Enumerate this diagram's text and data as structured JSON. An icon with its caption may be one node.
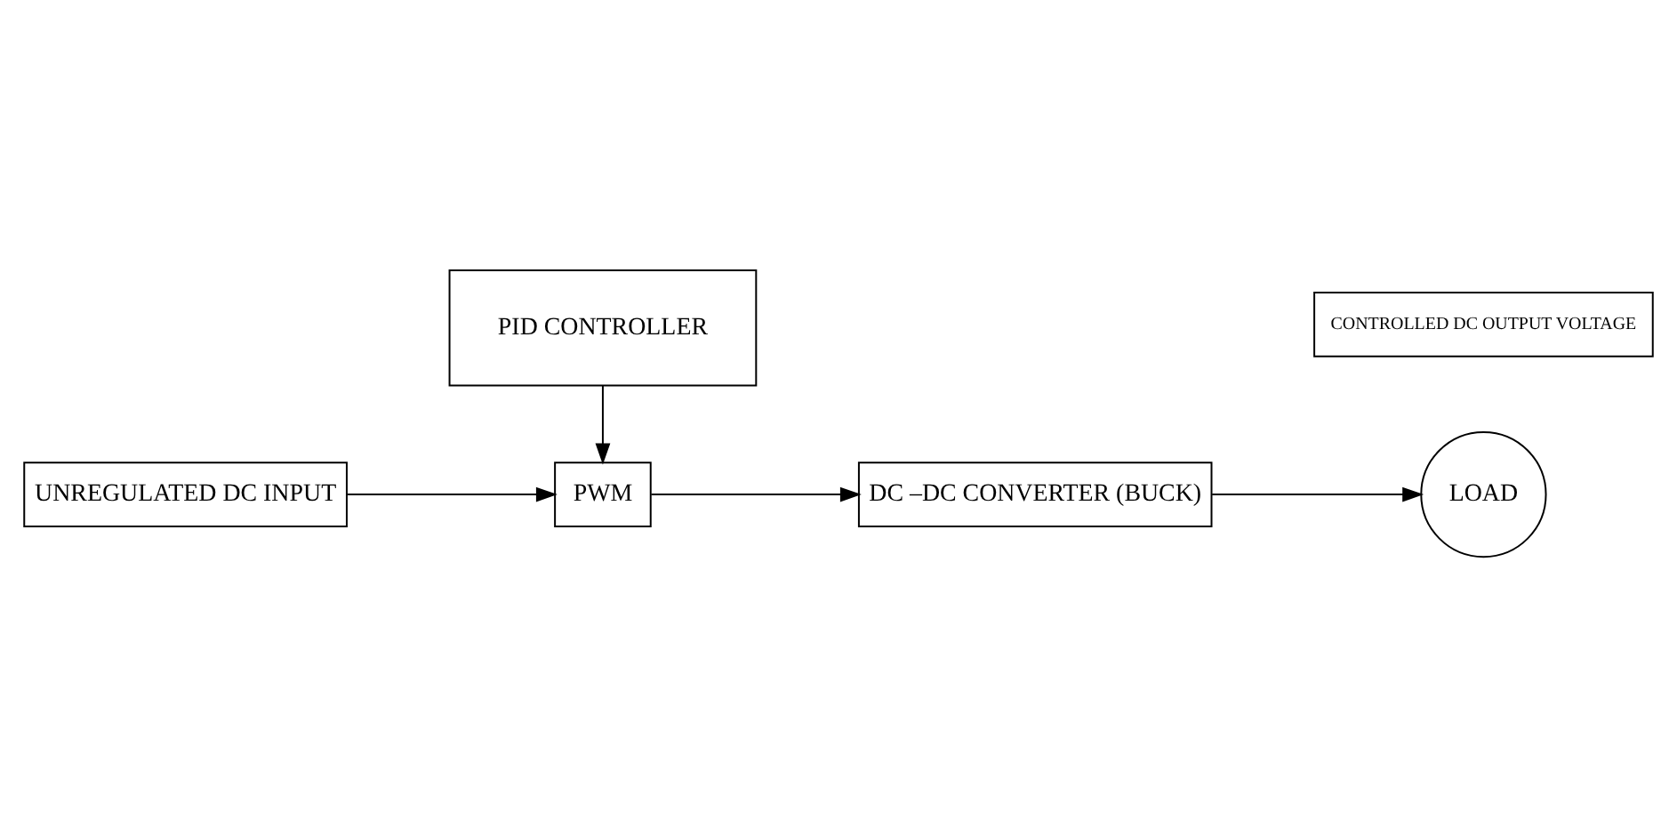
{
  "diagram": {
    "nodes": [
      {
        "text": [
          "UNREGULATED DC INPUT"
        ]
      },
      {
        "text": [
          "PWM"
        ]
      },
      {
        "text": [
          "DC –DC CONVERTER (BUCK)"
        ]
      },
      {
        "text": [
          "PID CONTROLLER"
        ]
      },
      {
        "text": [
          "LOAD"
        ]
      },
      {
        "text": [
          "CONTROLLED DC OUTPUT VOLTAGE"
        ]
      }
    ],
    "edges": [
      {
        "from": 0,
        "to": 1,
        "arrow": "to"
      },
      {
        "from": 1,
        "to": 2,
        "arrow": "to"
      },
      {
        "from": 3,
        "to": 1,
        "arrow": "to"
      },
      {
        "from": 2,
        "to": 4,
        "arrow": "to"
      }
    ]
  }
}
